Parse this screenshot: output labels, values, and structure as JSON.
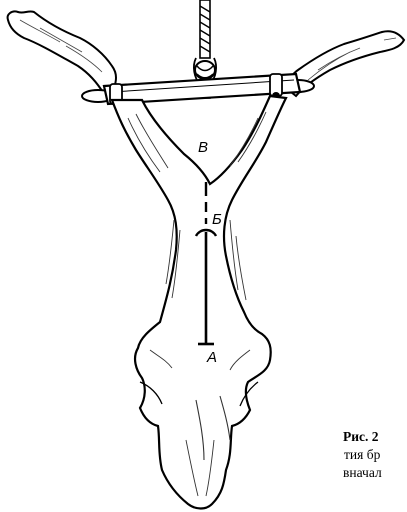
{
  "labels": {
    "point_v": "В",
    "point_b": "Б",
    "point_a": "А"
  },
  "caption": {
    "line1": "Рис. 2",
    "line2": "тия бр",
    "line3": "вначал"
  }
}
